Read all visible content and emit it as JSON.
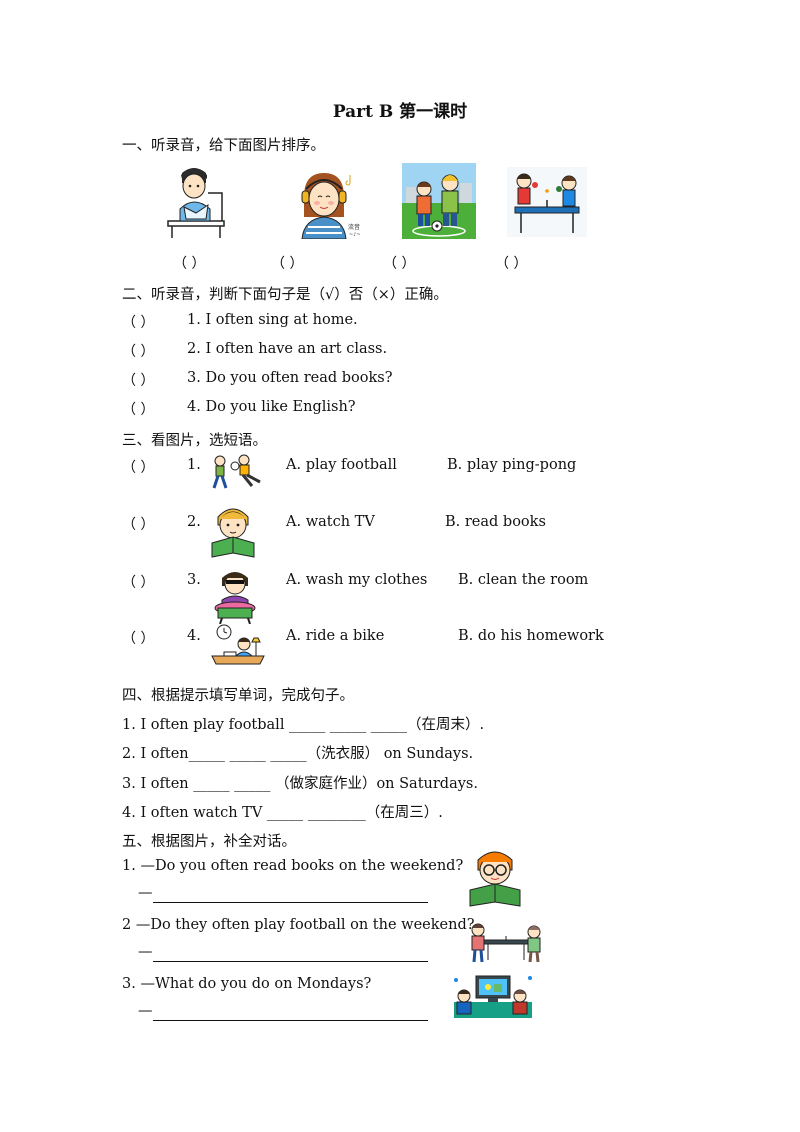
{
  "title": "Part  B  第一课时",
  "section1": {
    "heading": "一、听录音，给下面图片排序。",
    "pictures": [
      {
        "icon": "boy-reading-icon",
        "blank": "（      ）"
      },
      {
        "icon": "girl-headphones-icon",
        "sticker": "流音\n~♪~",
        "blank": "（      ）"
      },
      {
        "icon": "kids-football-icon",
        "blank": "（      ）"
      },
      {
        "icon": "kids-ping-pong-icon",
        "blank": "（      ）"
      }
    ]
  },
  "section2": {
    "heading": "二、听录音，判断下面句子是（√）否（×）正确。",
    "items": [
      {
        "blank": "（       ）",
        "text": "1.  I  often  sing  at  home."
      },
      {
        "blank": "（       ）",
        "text": "2.  I  often  have  an  art  class."
      },
      {
        "blank": "（       ）",
        "text": "3.  Do  you  often  read  books?"
      },
      {
        "blank": "（       ）",
        "text": "4.  Do  you  like  English?"
      }
    ]
  },
  "section3": {
    "heading": "三、看图片，选短语。",
    "items": [
      {
        "blank": "（       ）",
        "num": "1.",
        "icon": "kids-playing-football-icon",
        "a": "A.  play football",
        "b": "B.  play ping-pong"
      },
      {
        "blank": "（       ）",
        "num": "2.",
        "icon": "boy-reading-book-icon",
        "a": "A.  watch TV",
        "b": "B.  read books"
      },
      {
        "blank": "（       ）",
        "num": "3.",
        "icon": "girl-washing-clothes-icon",
        "a": "A.  wash  my  clothes",
        "b": "B.  clean the room"
      },
      {
        "blank": "（       ）",
        "num": "4.",
        "icon": "homework-desk-icon",
        "a": "A.  ride  a  bike",
        "b": "B.  do  his  homework"
      }
    ]
  },
  "section4": {
    "heading": "四、根据提示填写单词，完成句子。",
    "items": [
      "1.  I  often  play  football  _____  _____  _____（在周末）.",
      "2.  I  often_____  _____  _____（洗衣服）  on  Sundays.",
      "3.  I  often  _____  _____  （做家庭作业）on  Saturdays.",
      "4.  I  often  watch  TV  _____  ________（在周三）."
    ]
  },
  "section5": {
    "heading": "五、根据图片，补全对话。",
    "items": [
      {
        "q": "1.  —Do  you often read books on the weekend?",
        "dash": "—",
        "icon": "boy-glasses-reading-icon"
      },
      {
        "q": "2  —Do  they  often  play football  on the weekend?",
        "dash": "—",
        "icon": "kids-table-tennis-icon"
      },
      {
        "q": "3.  —What do you  do  on Mondays?",
        "dash": "—",
        "icon": "family-watching-tv-icon"
      }
    ]
  }
}
